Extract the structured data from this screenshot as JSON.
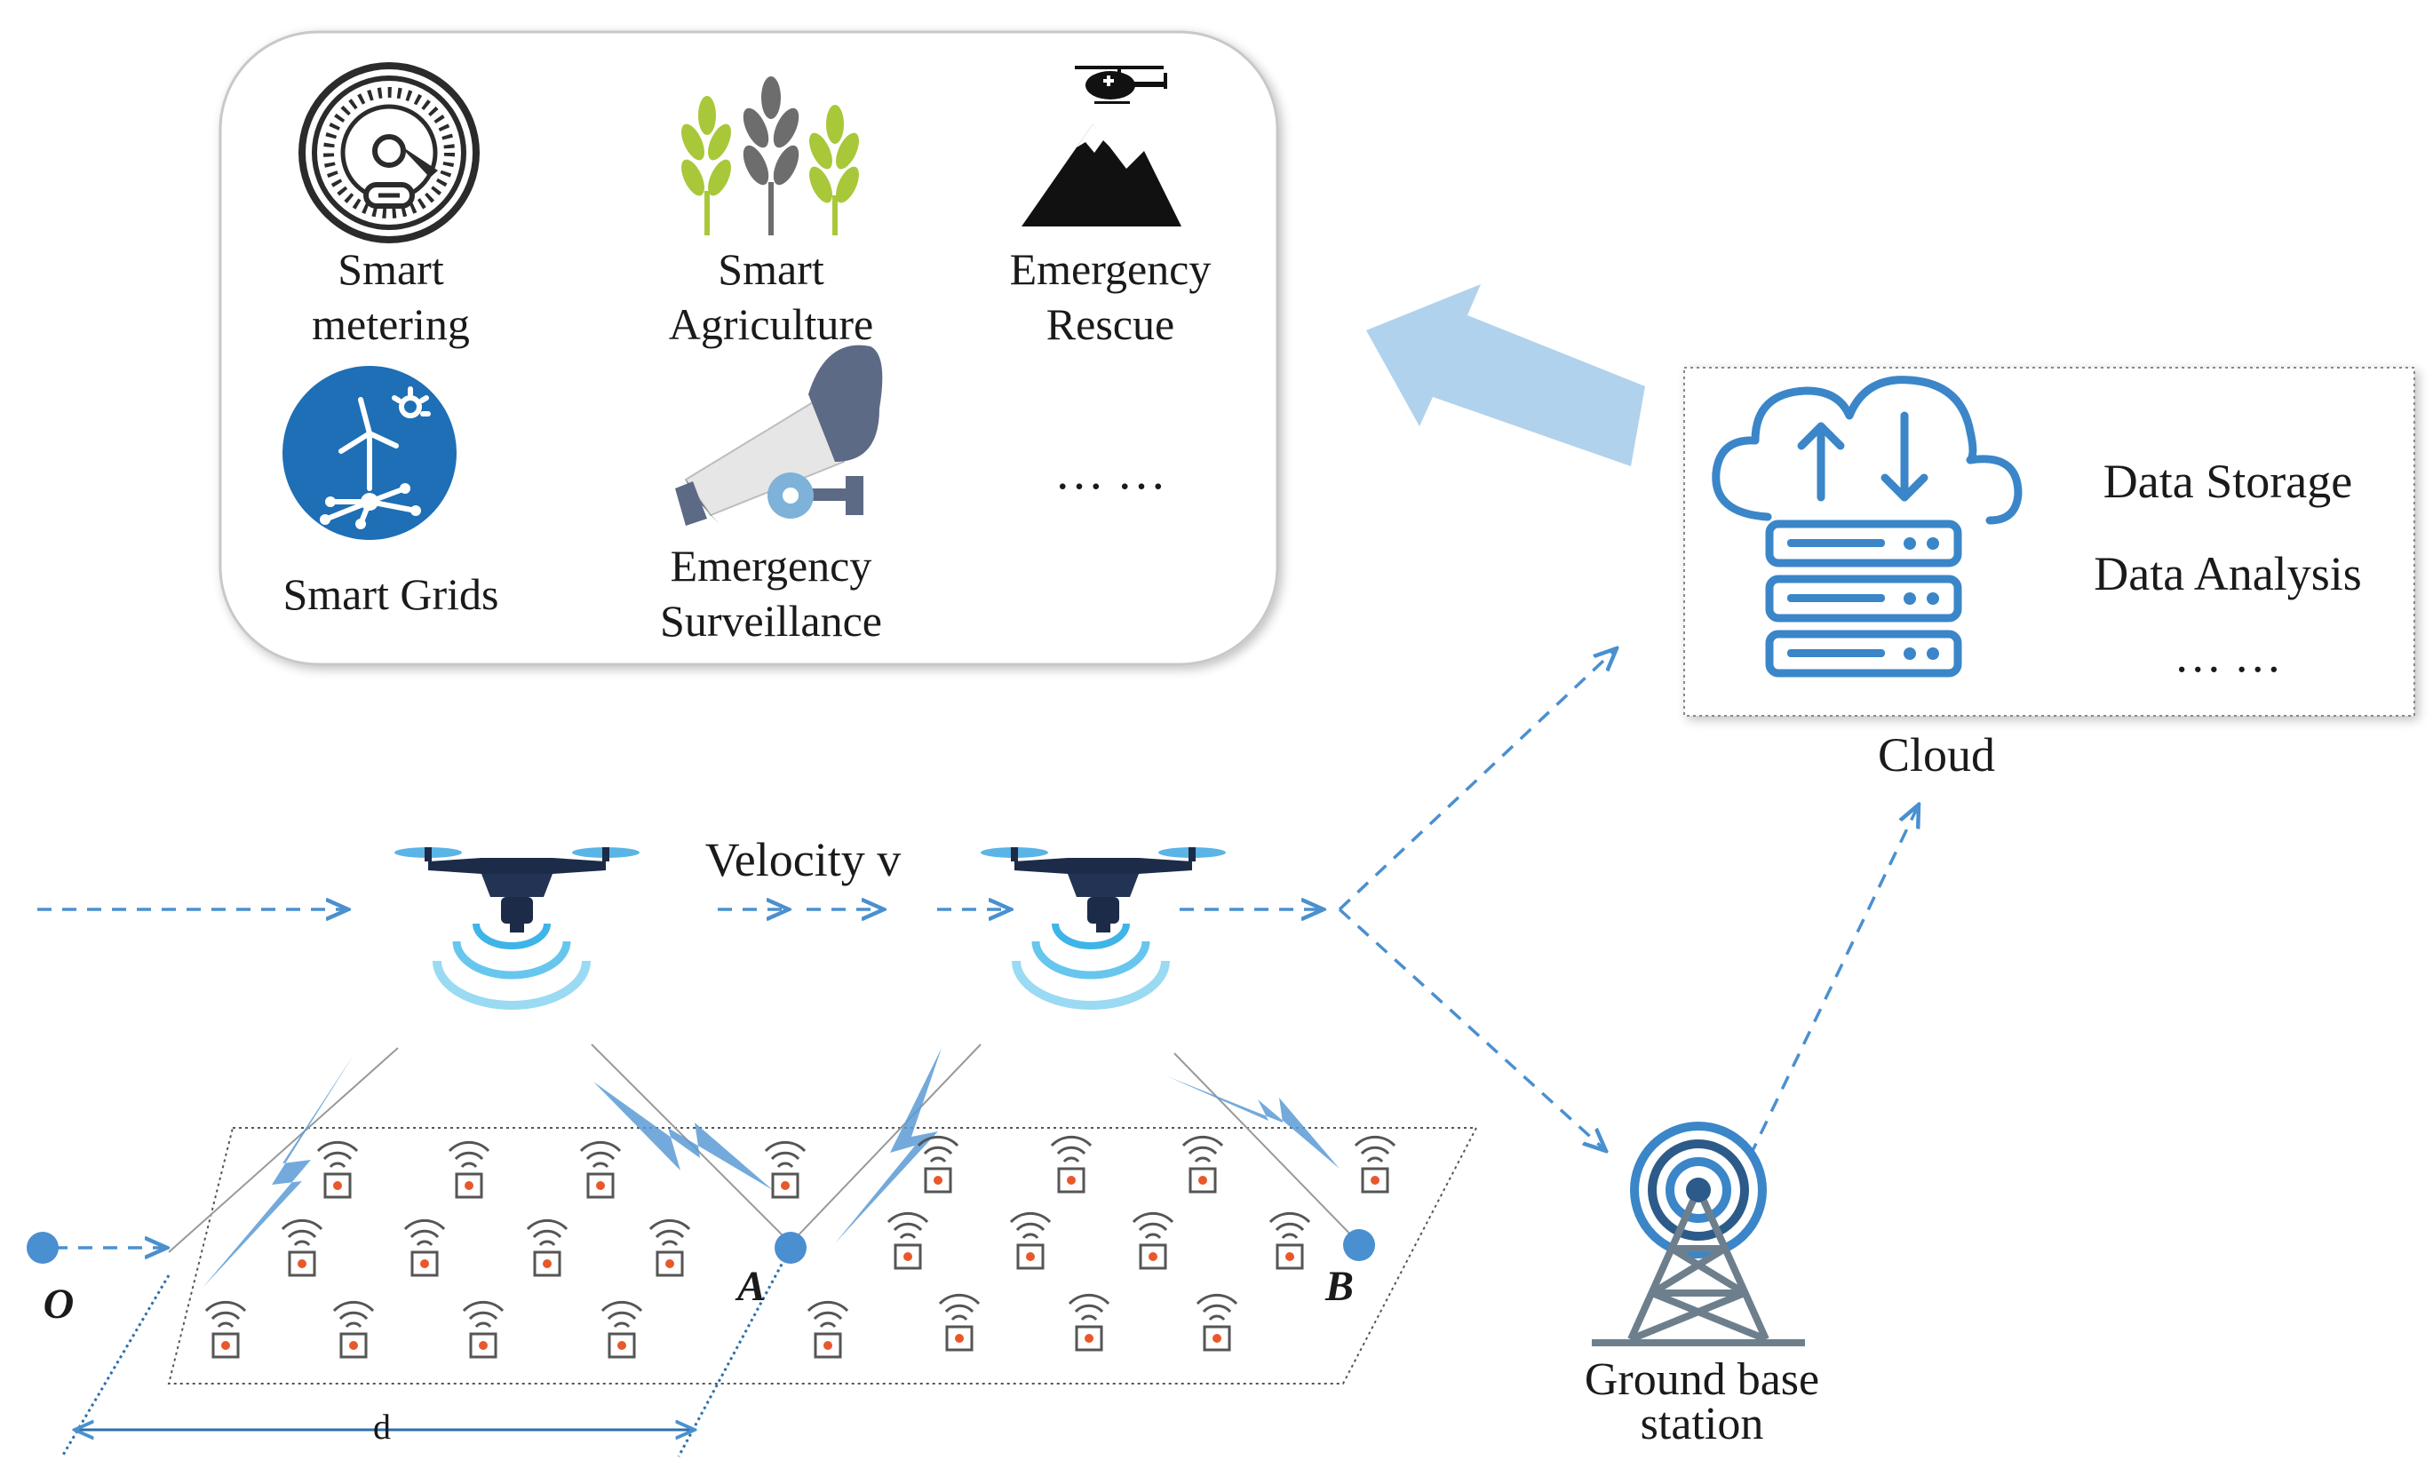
{
  "applications": {
    "smart_metering": [
      "Smart",
      "metering"
    ],
    "smart_agriculture": [
      "Smart",
      "Agriculture"
    ],
    "emergency_rescue": [
      "Emergency",
      "Rescue"
    ],
    "smart_grids": "Smart Grids",
    "emergency_surveillance": [
      "Emergency",
      "Surveillance"
    ],
    "more": "… …"
  },
  "cloud": {
    "label": "Cloud",
    "services": [
      "Data Storage",
      "Data Analysis",
      "…  …"
    ]
  },
  "uav": {
    "velocity_label": "Velocity v"
  },
  "points": {
    "o": "O",
    "a": "A",
    "b": "B"
  },
  "distance_label": "d",
  "ground_station": [
    "Ground base",
    "station"
  ],
  "colors": {
    "accent_blue": "#3a86c8",
    "dashed_blue": "#5b9bd5",
    "light_arrow": "#a9cdea",
    "lightning": "#5b9bd5",
    "node_orange": "#e8582a",
    "drone_body": "#1c2b48",
    "wind_blue": "#1e6fb5",
    "grain_green": "#a8c83a",
    "grain_gray": "#6d6d6d",
    "camera_gray": "#5c6a85",
    "tower_gray": "#6d7f8c"
  }
}
